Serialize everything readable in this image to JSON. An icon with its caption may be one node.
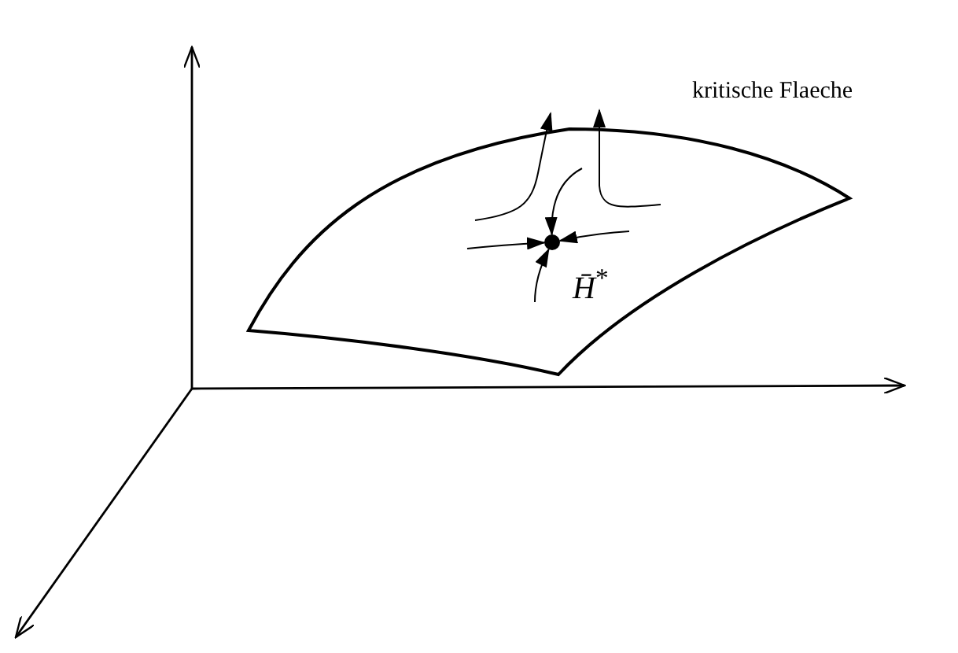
{
  "diagram": {
    "nodes": [
      {
        "text": [],
        "shape": "picture",
        "beside": [
          "kritische Flaeche"
        ]
      },
      {
        "text": [],
        "shape": "circle",
        "in": 0,
        "beside": [
          "*H̄*$^{*}$"
        ]
      }
    ],
    "edges": [
      {
        "from": null,
        "to": 1,
        "arrow": "to"
      },
      {
        "from": null,
        "to": 1,
        "arrow": "to"
      },
      {
        "from": null,
        "to": 1,
        "arrow": "to"
      },
      {
        "from": null,
        "to": 1,
        "arrow": "to"
      }
    ]
  }
}
